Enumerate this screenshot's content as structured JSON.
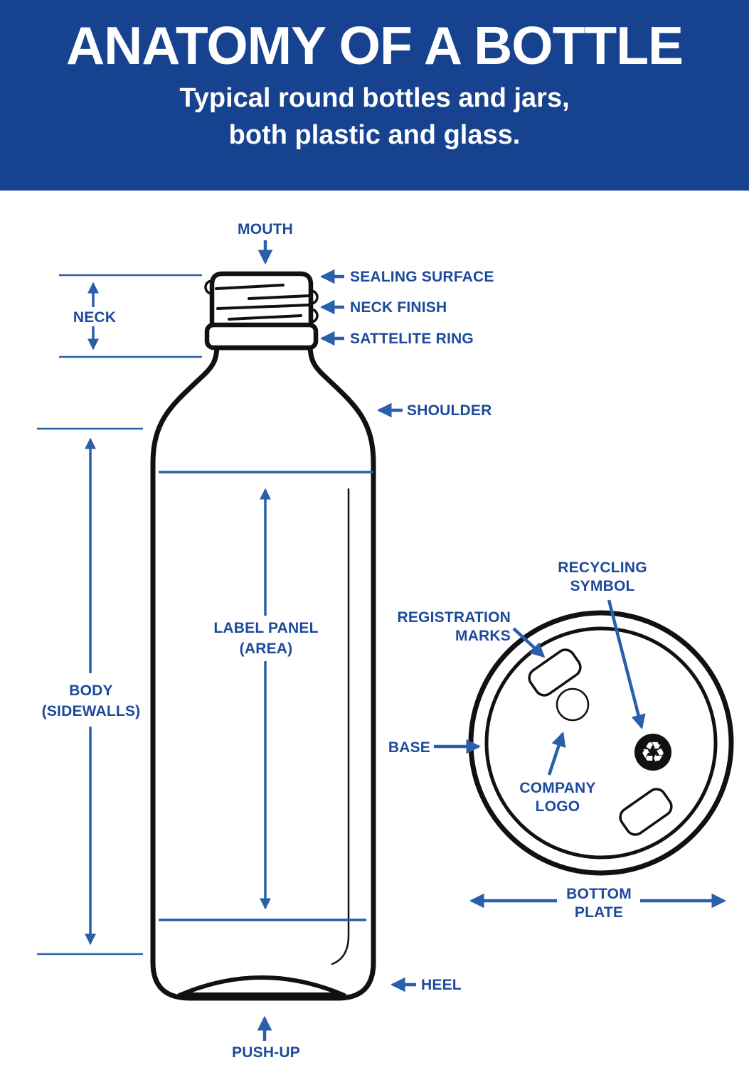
{
  "header": {
    "title": "ANATOMY OF A BOTTLE",
    "subtitle_line1": "Typical round bottles and jars,",
    "subtitle_line2": "both plastic and glass."
  },
  "colors": {
    "header_bg": "#16428f",
    "label_text": "#1d4a9c",
    "arrow_blue": "#2a5fa9",
    "outline_black": "#111111"
  },
  "side_view": {
    "mouth": "MOUTH",
    "sealing_surface": "SEALING SURFACE",
    "neck_finish": "NECK FINISH",
    "sattelite_ring": "SATTELITE RING",
    "neck": "NECK",
    "shoulder": "SHOULDER",
    "label_panel_line1": "LABEL PANEL",
    "label_panel_line2": "(AREA)",
    "body_line1": "BODY",
    "body_line2": "(SIDEWALLS)",
    "heel": "HEEL",
    "push_up": "PUSH-UP"
  },
  "bottom_view": {
    "registration_marks_line1": "REGISTRATION",
    "registration_marks_line2": "MARKS",
    "recycling_symbol_line1": "RECYCLING",
    "recycling_symbol_line2": "SYMBOL",
    "base": "BASE",
    "company_logo_line1": "COMPANY",
    "company_logo_line2": "LOGO",
    "bottom_plate_line1": "BOTTOM",
    "bottom_plate_line2": "PLATE",
    "recycle_glyph": "♻"
  }
}
